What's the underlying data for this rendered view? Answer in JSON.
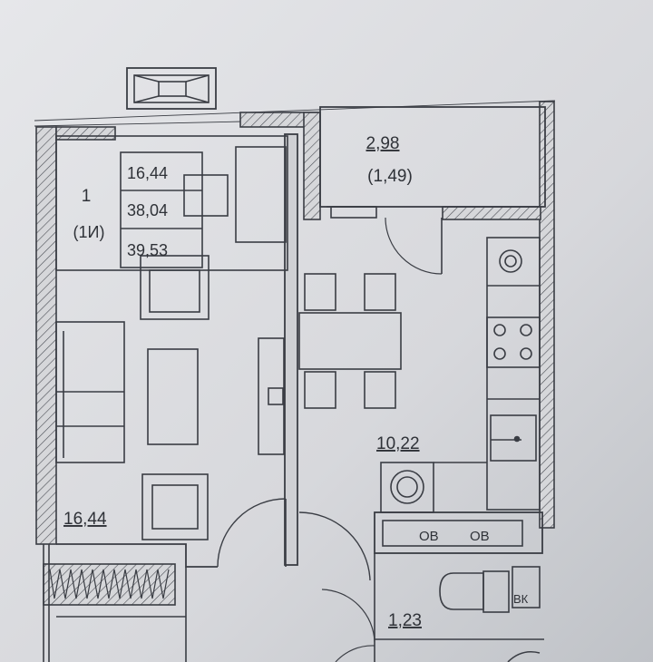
{
  "apartment": {
    "rooms": "1",
    "type": "(1И)",
    "living_area": "16,44",
    "total_area": "38,04",
    "total_area_with_balcony": "39,53"
  },
  "rooms": {
    "living_room": {
      "area": "16,44"
    },
    "kitchen": {
      "area": "10,22"
    },
    "bathroom": {
      "area": "1,23"
    },
    "balcony": {
      "area": "2,98",
      "reduced_area": "(1,49)"
    }
  },
  "labels": {
    "vent_left": "ОВ",
    "vent_right": "ОВ",
    "water_meter": "ВК"
  },
  "colors": {
    "paper": "#dcdde0",
    "line": "#3a3d44",
    "text": "#2f3238"
  }
}
